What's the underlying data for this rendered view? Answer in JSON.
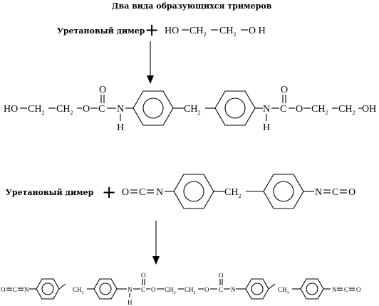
{
  "title": "Два вида образующихся тримеров",
  "reaction1": {
    "reactant_label": "Уретановый димер",
    "plus": "+",
    "glycol": {
      "a": "HO",
      "dash": "–",
      "b": "CH",
      "b_sub": "2",
      "c": "CH",
      "c_sub": "2",
      "d": "O H"
    },
    "product": {
      "ho": "HO",
      "ch2a": "CH",
      "ch2b": "CH",
      "o1": "O",
      "c1": "C",
      "o_dbl1": "O",
      "n1": "N",
      "h1": "H",
      "bridge": "CH",
      "n2": "N",
      "h2": "H",
      "c2": "C",
      "o_dbl2": "O",
      "o2": "O",
      "ch2c": "CH",
      "ch2d": "CH",
      "oh": "OH",
      "sub2": "2"
    }
  },
  "reaction2": {
    "reactant_label": "Уретановый димер",
    "plus": "+",
    "diisocyanate": {
      "o_left": "O",
      "c_left": "C",
      "n_left": "N",
      "bridge": "CH",
      "bridge_sub": "2",
      "n_right": "N",
      "c_right": "C",
      "o_right": "O"
    },
    "product": {
      "o1": "O",
      "c1": "C",
      "n1": "N",
      "ch_a": "CH",
      "ch_a_sub": "3",
      "n2": "N",
      "h2": "H",
      "c2": "C",
      "o_dbl2": "O",
      "o2": "O",
      "ch_b": "CH",
      "ch_b_sub": "2",
      "ch_c": "CH",
      "ch_c_sub": "2",
      "o3": "O",
      "c3": "C",
      "o_dbl3": "O",
      "n3": "N",
      "ch_d": "CH",
      "ch_d_sub": "3",
      "n4": "N",
      "c4": "C",
      "o4": "O"
    }
  }
}
